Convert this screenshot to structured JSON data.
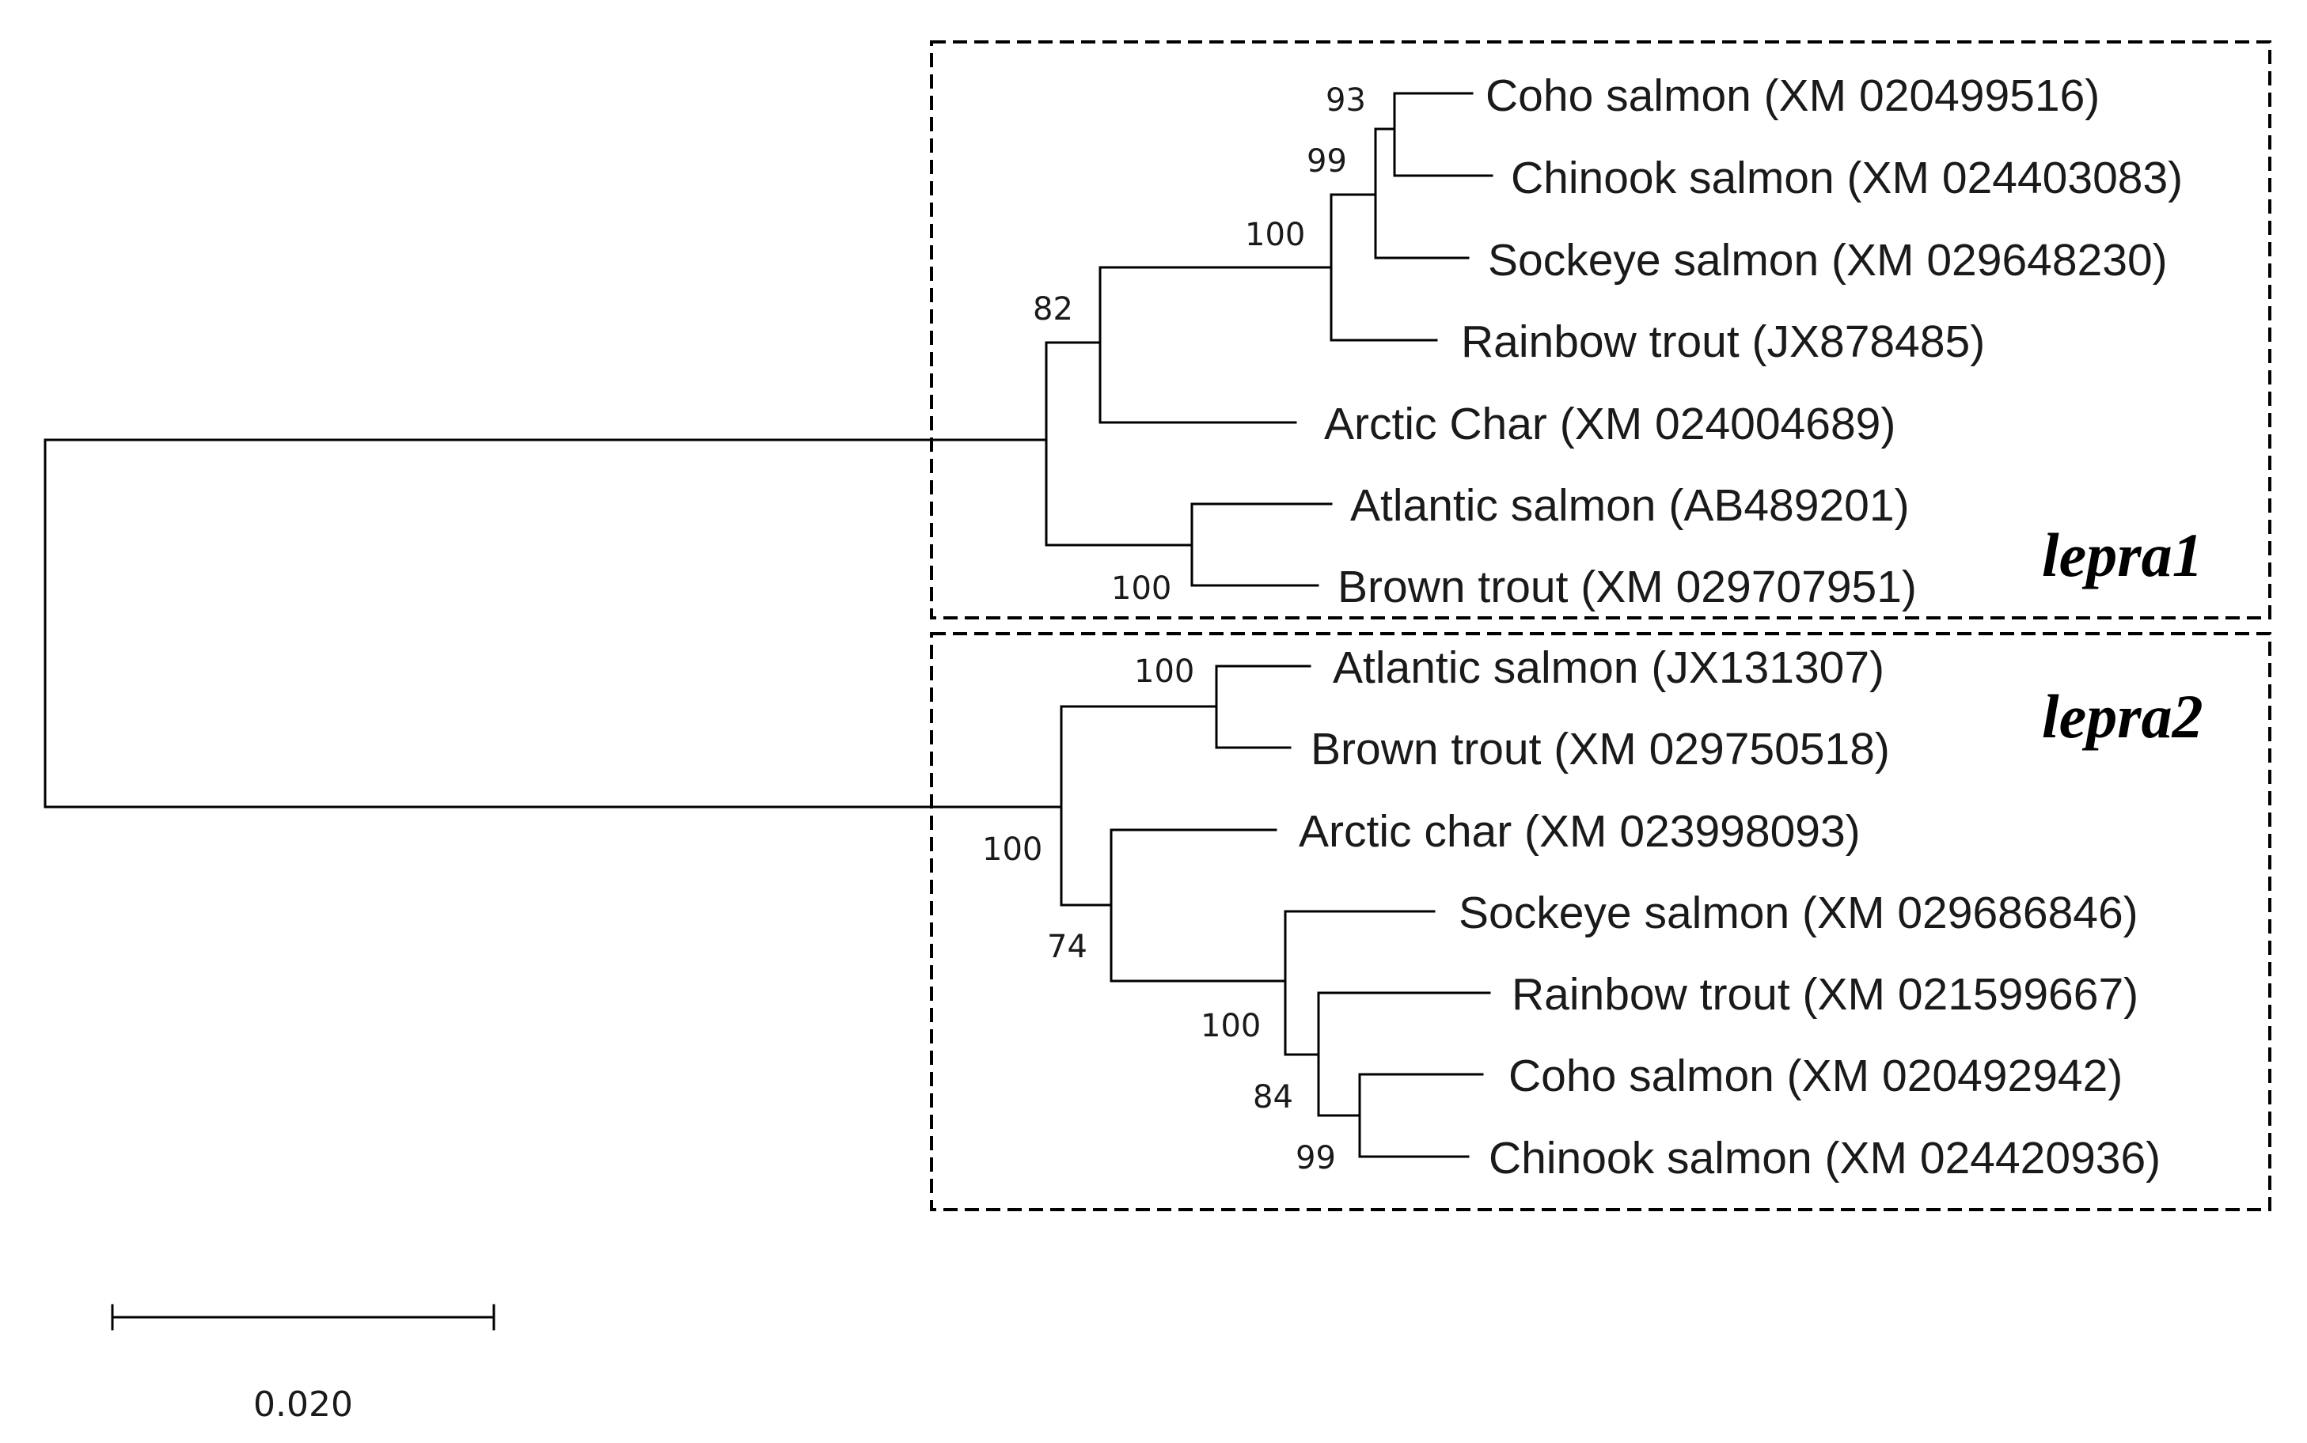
{
  "tree": {
    "groups": [
      {
        "id": "lepra1",
        "label": "lepra1"
      },
      {
        "id": "lepra2",
        "label": "lepra2"
      }
    ],
    "leaves": [
      {
        "id": "L1",
        "label": "Coho salmon (XM 020499516)"
      },
      {
        "id": "L2",
        "label": "Chinook salmon (XM 024403083)"
      },
      {
        "id": "L3",
        "label": "Sockeye salmon (XM 029648230)"
      },
      {
        "id": "L4",
        "label": "Rainbow trout (JX878485)"
      },
      {
        "id": "L5",
        "label": "Arctic Char (XM 024004689)"
      },
      {
        "id": "L6",
        "label": "Atlantic salmon (AB489201)"
      },
      {
        "id": "L7",
        "label": "Brown trout (XM 029707951)"
      },
      {
        "id": "L8",
        "label": "Atlantic salmon (JX131307)"
      },
      {
        "id": "L9",
        "label": "Brown trout (XM 029750518)"
      },
      {
        "id": "L10",
        "label": "Arctic char (XM 023998093)"
      },
      {
        "id": "L11",
        "label": "Sockeye salmon (XM 029686846)"
      },
      {
        "id": "L12",
        "label": "Rainbow trout (XM 021599667)"
      },
      {
        "id": "L13",
        "label": "Coho salmon (XM 020492942)"
      },
      {
        "id": "L14",
        "label": "Chinook salmon (XM 024420936)"
      }
    ],
    "bootstrap": [
      {
        "id": "b1",
        "value": "93"
      },
      {
        "id": "b2",
        "value": "99"
      },
      {
        "id": "b3",
        "value": "100"
      },
      {
        "id": "b4",
        "value": "82"
      },
      {
        "id": "b5",
        "value": "100"
      },
      {
        "id": "b6",
        "value": "100"
      },
      {
        "id": "b7",
        "value": "100"
      },
      {
        "id": "b8",
        "value": "74"
      },
      {
        "id": "b9",
        "value": "100"
      },
      {
        "id": "b10",
        "value": "84"
      },
      {
        "id": "b11",
        "value": "99"
      }
    ],
    "scale_bar": {
      "value": 0.02,
      "label": "0.020"
    }
  }
}
